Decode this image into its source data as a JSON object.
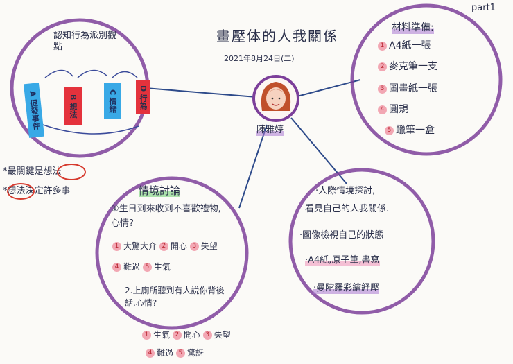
{
  "corner_label": "part1",
  "title": "畫壓体的人我關係",
  "date": "2021年8月24日(二)",
  "center": {
    "name": "陳雅婷"
  },
  "top_left": {
    "heading": "認知行為派別觀點",
    "boxes": [
      {
        "label": "A 促發事件",
        "color": "#39a9e6"
      },
      {
        "label": "B 想法",
        "color": "#e4323c"
      },
      {
        "label": "C 情緒",
        "color": "#39a9e6"
      },
      {
        "label": "D 行為",
        "color": "#e4323c"
      }
    ]
  },
  "notes": [
    "*最關鍵是想法",
    "*想法決定許多事"
  ],
  "top_right": {
    "heading": "材料準備:",
    "items": [
      {
        "n": "1",
        "text": "A4紙一張"
      },
      {
        "n": "2",
        "text": "麥克筆一支"
      },
      {
        "n": "3",
        "text": "圖畫紙一張"
      },
      {
        "n": "4",
        "text": "圓規"
      },
      {
        "n": "5",
        "text": "蠟筆一盒"
      }
    ]
  },
  "bottom_left": {
    "heading": "情境討論",
    "q1": "①生日到來收到不喜歡禮物,心情?",
    "q1_a": [
      {
        "n": "1",
        "text": "大驚大介"
      },
      {
        "n": "2",
        "text": "開心"
      },
      {
        "n": "3",
        "text": "失望"
      }
    ],
    "q1_b": [
      {
        "n": "4",
        "text": "難過"
      },
      {
        "n": "5",
        "text": "生氣"
      }
    ],
    "q2": "2.上廁所聽到有人說你背後話,心情?",
    "q2_a": [
      {
        "n": "1",
        "text": "生氣"
      },
      {
        "n": "2",
        "text": "開心"
      },
      {
        "n": "3",
        "text": "失望"
      }
    ],
    "q2_b": [
      {
        "n": "4",
        "text": "難過"
      },
      {
        "n": "5",
        "text": "驚訝"
      }
    ]
  },
  "bottom_right": {
    "lines": [
      "·人際情境探討,",
      "看見自己的人我關係.",
      "·圖像檢視自己的狀態",
      "·A4紙,原子筆,書寫",
      "·曼陀羅彩繪紓壓"
    ]
  }
}
